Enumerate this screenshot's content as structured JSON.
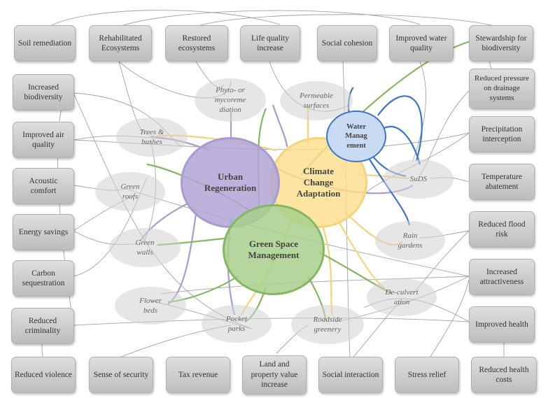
{
  "outcomes": {
    "soil_remediation": "Soil remediation",
    "rehabilitated_ecosystems": "Rehabilitated Ecosystems",
    "restored_ecosystems": "Restored ecosystems",
    "life_quality_increase": "Life quality increase",
    "social_cohesion": "Social cohesion",
    "improved_water_quality": "Improved water quality",
    "stewardship_biodiversity": "Stewardship for biodiversity",
    "increased_biodiversity": "Increased biodiversity",
    "improved_air_quality": "Improved air quality",
    "acoustic_comfort": "Acoustic comfort",
    "energy_savings": "Energy savings",
    "carbon_sequestration": "Carbon sequestration",
    "reduced_criminality": "Reduced criminality",
    "reduced_violence": "Reduced violence",
    "sense_of_security": "Sense of security",
    "tax_revenue": "Tax revenue",
    "land_property_value": "Land and property value increase",
    "social_interaction": "Social interaction",
    "stress_relief": "Stress relief",
    "reduced_health_costs": "Reduced health costs",
    "reduced_pressure_drainage": "Reduced pressure on drainage systems",
    "precipitation_interception": "Precipitation interception",
    "temperature_abatement": "Temperature abatement",
    "reduced_flood_risk": "Reduced flood risk",
    "increased_attractiveness": "Increased attractiveness",
    "improved_health": "Improved health"
  },
  "measures": {
    "phyto_mycoremediation": "Phyto- or mycoreme diation",
    "permeable_surfaces": "Permeable surfaces",
    "trees_bushes": "Trees & bushes",
    "green_roofs": "Green roofs",
    "green_walls": "Green walls",
    "suds": "SuDS",
    "rain_gardens": "Rain gardens",
    "flower_beds": "Flower beds",
    "pocket_parks": "Pocket parks",
    "roadside_greenery": "Roadside greenery",
    "de_culvertation": "De-culvert ation"
  },
  "domains": {
    "urban_regeneration": "Urban Regeneration",
    "climate_change_adaptation": "Climate Change Adaptation",
    "green_space_management": "Green Space Management",
    "water_management": "Water Manag ement"
  },
  "colors": {
    "urban": "#a89bd0",
    "climate": "#f5d37a",
    "green": "#83b860",
    "water": "#3f73c9",
    "link": "#8c8c8c"
  }
}
